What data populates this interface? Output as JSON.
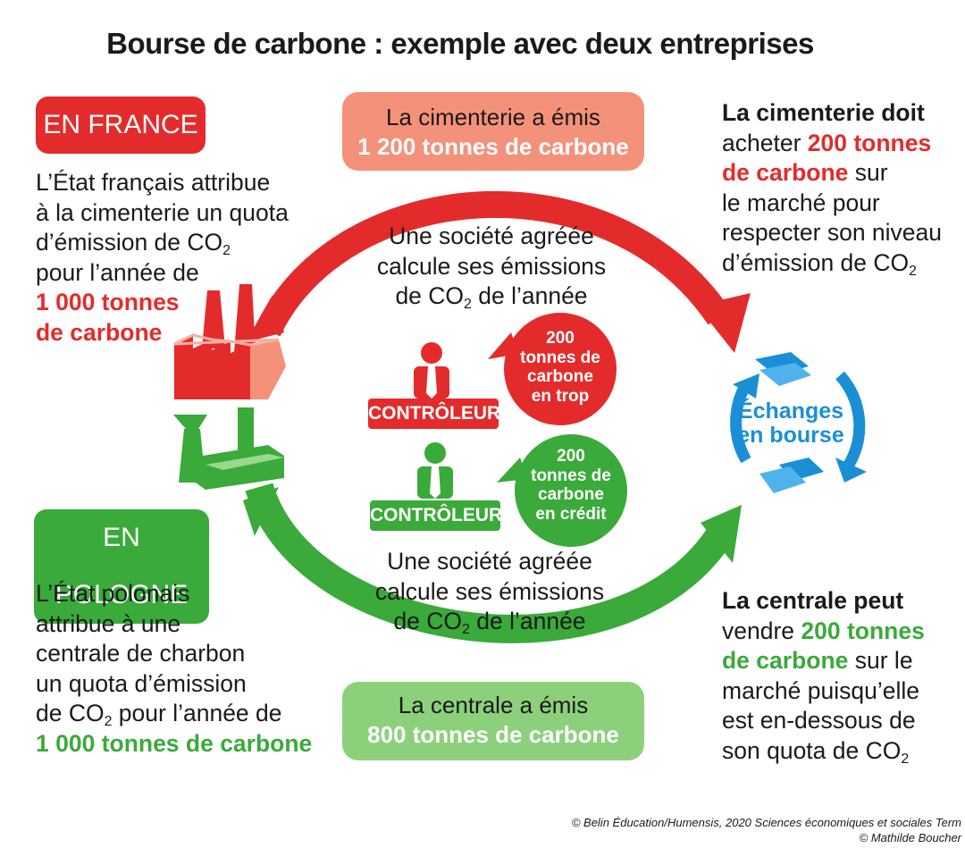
{
  "title": "Bourse de carbone : exemple avec deux entreprises",
  "france": {
    "badge": "EN FRANCE",
    "line1": "L’État français attribue",
    "line2": "à la cimenterie un quota",
    "line3_pre": "d’émission de CO",
    "line3_sub": "2",
    "line4": "pour l’année de",
    "quota_line1": "1 000 tonnes",
    "quota_line2": "de carbone"
  },
  "poland": {
    "badge": "EN POLOGNE",
    "line1": "L’État polonais",
    "line2": "attribue à une",
    "line3": "centrale de charbon",
    "line4": "un quota d’émission",
    "line5_pre": "de CO",
    "line5_sub": "2",
    "line5_post": " pour l’année de",
    "quota": "1 000 tonnes de carbone"
  },
  "top_box": {
    "line1": "La cimenterie a émis",
    "line2": "1 200 tonnes de carbone"
  },
  "bottom_box": {
    "line1": "La centrale a émis",
    "line2": "800 tonnes de carbone"
  },
  "society_top": {
    "line1": "Une société agréée",
    "line2": "calcule ses émissions",
    "line3_pre": "de CO",
    "line3_sub": "2",
    "line3_post": " de l’année"
  },
  "society_bottom": {
    "line1": "Une société agréée",
    "line2": "calcule ses émissions",
    "line3_pre": "de CO",
    "line3_sub": "2",
    "line3_post": " de l’année"
  },
  "controller_label": "CONTRÔLEUR",
  "bubble_red": {
    "line1": "200",
    "line2": "tonnes de",
    "line3": "carbone",
    "line4": "en trop"
  },
  "bubble_green": {
    "line1": "200",
    "line2": "tonnes de",
    "line3": "carbone",
    "line4": "en crédit"
  },
  "exchange": {
    "line1": "Échanges",
    "line2": "en bourse"
  },
  "right_top": {
    "line1": "La cimenterie doit",
    "line2_pre": "acheter ",
    "line2_hl": "200 tonnes",
    "line3_hl": "de carbone",
    "line3_post": " sur",
    "line4": "le marché pour",
    "line5": "respecter son niveau",
    "line6_pre": "d’émission de CO",
    "line6_sub": "2"
  },
  "right_bottom": {
    "line1": "La centrale peut",
    "line2_pre": "vendre ",
    "line2_hl": "200 tonnes",
    "line3_hl": "de carbone",
    "line3_post": " sur le",
    "line4": "marché puisqu’elle",
    "line5": "est en-dessous de",
    "line6_pre": "son quota de CO",
    "line6_sub": "2"
  },
  "credits": {
    "line1": "© Belin Éducation/Humensis, 2020 Sciences économiques et sociales Term",
    "line2": "© Mathilde Boucher"
  },
  "colors": {
    "red": "#e42b2b",
    "salmon": "#f4917a",
    "green": "#3aaa3a",
    "light_green": "#8dd07c",
    "blue": "#1b8fd6"
  },
  "icons": [
    "factory-icon",
    "power-plant-icon",
    "controller-person-icon",
    "banknotes-icon",
    "cycle-arrows-icon"
  ]
}
